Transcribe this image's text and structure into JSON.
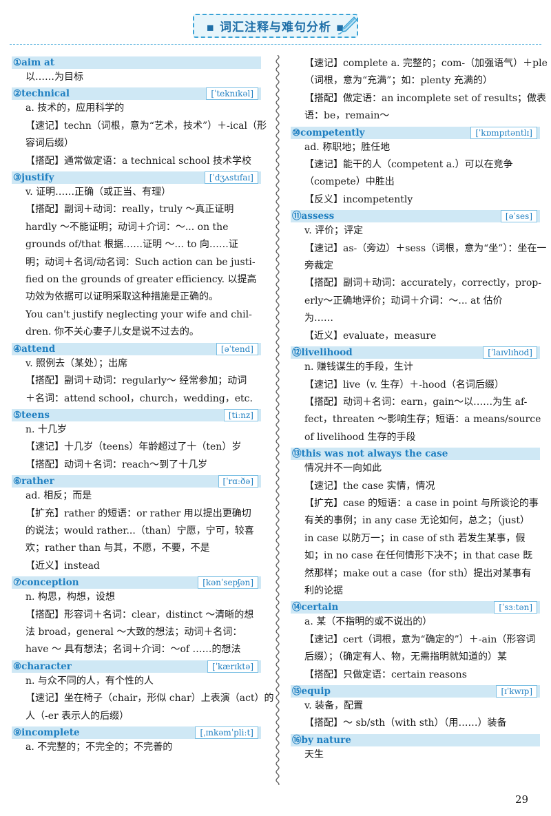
{
  "header": {
    "title": "▪ 词汇注释与难句分析 ▪"
  },
  "left": [
    {
      "head": "①aim at",
      "phon": "",
      "lines": [
        "以……为目标"
      ]
    },
    {
      "head": "②technical",
      "phon": "[ˈteknɪkəl]",
      "lines": [
        "a. 技术的，应用科学的",
        "【速记】techn（词根，意为“艺术，技术”）＋-ical（形",
        "容词后缀）",
        "【搭配】通常做定语：a technical school 技术学校"
      ]
    },
    {
      "head": "③justify",
      "phon": "[ˈdʒʌstɪfaɪ]",
      "lines": [
        "v. 证明……正确（或正当、有理）",
        "【搭配】副词＋动词：really，truly ～真正证明",
        "hardly ～不能证明；动词＋介词：～... on the",
        "grounds of/that 根据……证明 ～... to 向……证",
        "明；动词＋名词/动名词：Such action can be justi-",
        "fied on the grounds of greater efficiency. 以提高",
        "功效为依据可以证明采取这种措施是正确的。",
        "You can't justify neglecting your wife and chil-",
        "dren. 你不关心妻子儿女是说不过去的。"
      ]
    },
    {
      "head": "④attend",
      "phon": "[əˈtend]",
      "lines": [
        "v. 照例去（某处）；出席",
        "【搭配】副词＋动词：regularly～ 经常参加；动词",
        "＋名词：attend school，church，wedding，etc."
      ]
    },
    {
      "head": "⑤teens",
      "phon": "[tiːnz]",
      "lines": [
        "n. 十几岁",
        "【速记】十几岁（teens）年龄超过了十（ten）岁",
        "【搭配】动词＋名词：reach～到了十几岁"
      ]
    },
    {
      "head": "⑥rather",
      "phon": "[ˈrɑːðə]",
      "lines": [
        "ad. 相反；而是",
        "【扩充】rather 的短语：or rather 用以提出更确切",
        "的说法；would rather...（than）宁愿，宁可，较喜",
        "欢；rather than 与其，不愿，不要，不是",
        "【近义】instead"
      ]
    },
    {
      "head": "⑦conception",
      "phon": "[kənˈsepʃən]",
      "lines": [
        "n. 构思，构想，设想",
        "【搭配】形容词＋名词：clear，distinct ～清晰的想",
        "法 broad，general ～大致的想法；动词＋名词：",
        "have ～ 具有想法；名词＋介词：～of ……的想法"
      ]
    },
    {
      "head": "⑧character",
      "phon": "[ˈkærɪktə]",
      "lines": [
        "n. 与众不同的人，有个性的人",
        "【速记】坐在椅子（chair，形似 char）上表演（act）的",
        "人（-er 表示人的后缀）"
      ]
    },
    {
      "head": "⑨incomplete",
      "phon": "[ˌɪnkəmˈpliːt]",
      "lines": [
        "a. 不完整的；不完全的；不完善的"
      ]
    }
  ],
  "right": [
    {
      "head": "",
      "phon": "",
      "lines": [
        "【速记】complete a. 完整的；com-（加强语气）＋ple",
        "（词根，意为“充满”；如：plenty 充满的）",
        "【搭配】做定语：an incomplete set of results；做表",
        "语：be，remain～"
      ]
    },
    {
      "head": "⑩competently",
      "phon": "[ˈkɒmpɪtəntlɪ]",
      "lines": [
        "ad. 称职地；胜任地",
        "【速记】能干的人（competent a.）可以在竞争",
        "（compete）中胜出",
        "【反义】incompetently"
      ]
    },
    {
      "head": "⑪assess",
      "phon": "[əˈses]",
      "lines": [
        "v. 评价；评定",
        "【速记】as-（旁边）＋sess（词根，意为“坐”）：坐在一",
        "旁裁定",
        "【搭配】副词＋动词：accurately，correctly，prop-",
        "erly～正确地评价；动词＋介词：～... at 估价",
        "为……",
        "【近义】evaluate，measure"
      ]
    },
    {
      "head": "⑫livelihood",
      "phon": "[ˈlaɪvlɪhʊd]",
      "lines": [
        "n. 赚钱谋生的手段，生计",
        "【速记】live（v. 生存）＋-hood（名词后缀）",
        "【搭配】动词＋名词：earn，gain～以……为生 af-",
        "fect，threaten ～影响生存；短语：a means/source",
        "of livelihood 生存的手段"
      ]
    },
    {
      "head": "⑬this was not always the case",
      "phon": "",
      "lines": [
        "情况并不一向如此",
        "【速记】the case 实情，情况",
        "【扩充】case 的短语：a case in point 与所谈论的事",
        "有关的事例；in any case 无论如何，总之；（just）",
        "in case 以防万一；in case of sth 若发生某事，假",
        "如；in no case 在任何情形下决不；in that case 既",
        "然那样；make out a case（for sth）提出对某事有",
        "利的论据"
      ]
    },
    {
      "head": "⑭certain",
      "phon": "[ˈsɜːtən]",
      "lines": [
        "a. 某（不指明的或不说出的）",
        "【速记】cert（词根，意为“确定的”）＋-ain（形容词",
        "后缀）；（确定有人、物，无需指明就知道的）某",
        "【搭配】只做定语：certain reasons"
      ]
    },
    {
      "head": "⑮equip",
      "phon": "[ɪˈkwɪp]",
      "lines": [
        "v. 装备，配置",
        "【搭配】～ sb/sth（with sth）（用……）装备"
      ]
    },
    {
      "head": "⑯by nature",
      "phon": "",
      "lines": [
        "天生"
      ]
    }
  ],
  "page_number": "29"
}
